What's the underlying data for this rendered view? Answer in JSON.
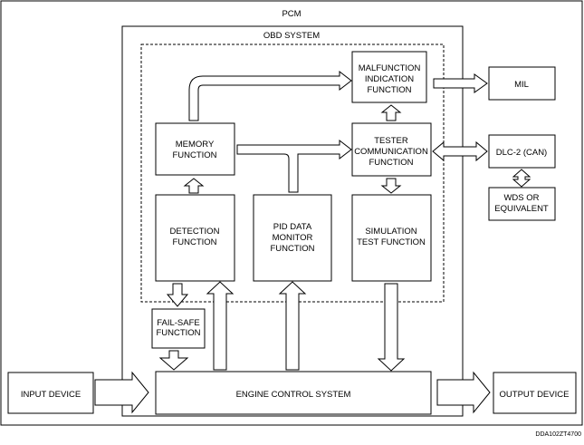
{
  "pcm": {
    "label": "PCM"
  },
  "obd": {
    "label": "OBD SYSTEM"
  },
  "blocks": {
    "malfunction": [
      "MALFUNCTION",
      "INDICATION",
      "FUNCTION"
    ],
    "tester": [
      "TESTER",
      "COMMUNICATION",
      "FUNCTION"
    ],
    "memory": [
      "MEMORY",
      "FUNCTION"
    ],
    "detection": [
      "DETECTION",
      "FUNCTION"
    ],
    "pid": [
      "PID DATA",
      "MONITOR",
      "FUNCTION"
    ],
    "simulation": [
      "SIMULATION",
      "TEST FUNCTION"
    ],
    "failsafe": [
      "FAIL-SAFE",
      "FUNCTION"
    ],
    "mil": [
      "MIL"
    ],
    "dlc": [
      "DLC-2 (CAN)"
    ],
    "wds": [
      "WDS OR",
      "EQUIVALENT"
    ],
    "input": [
      "INPUT DEVICE"
    ],
    "engine": [
      "ENGINE CONTROL SYSTEM"
    ],
    "output": [
      "OUTPUT DEVICE"
    ]
  },
  "figure_code": "DDA102ZT4700"
}
